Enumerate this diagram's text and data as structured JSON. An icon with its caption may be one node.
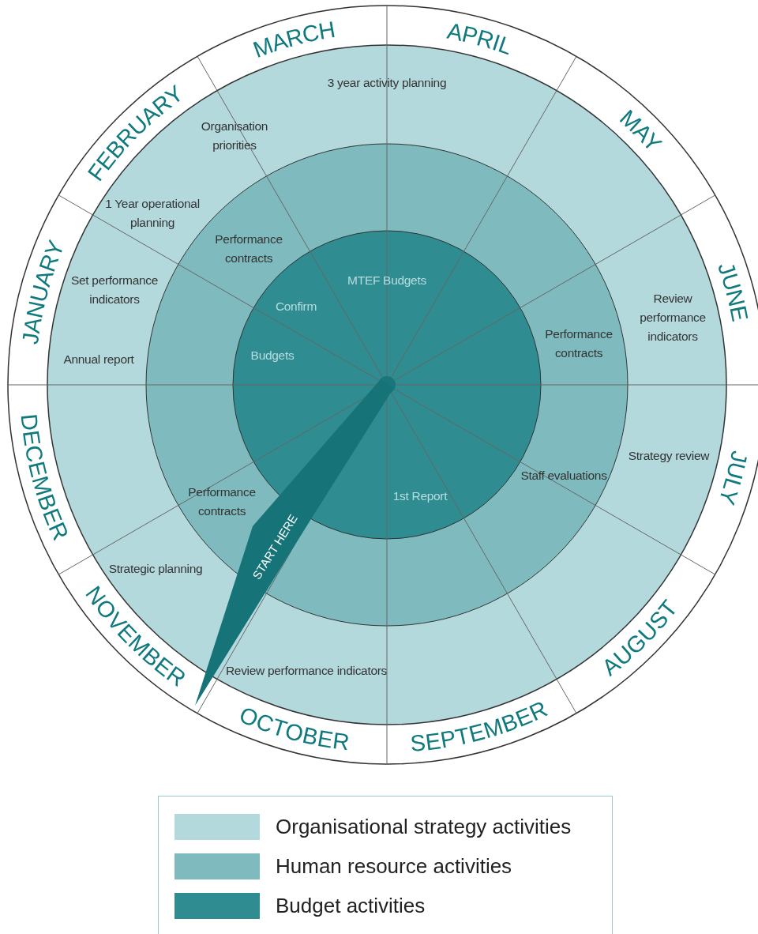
{
  "diagram": {
    "nodes": [
      {
        "text": [
          "START HERE"
        ]
      }
    ],
    "labels": [
      "MARCH",
      "APRIL",
      "FEBRUARY",
      "MAY",
      "JANUARY",
      "JUNE",
      "JULY",
      "DECEMBER",
      "NOVEMBER",
      "AUGUST",
      "OCTOBER",
      "SEPTEMBER",
      "3 year activity planning",
      "Organisation priorities",
      "1 Year operational planning",
      "Set performance indicators",
      "Performance contracts",
      "MTEF Budgets",
      "Confirm",
      "Review performance indicators",
      "Performance contracts",
      "Annual report",
      "Budgets",
      "Strategy review",
      "Staff evaluations",
      "1st Report",
      "Performance contracts",
      "Strategic planning",
      "Review performance indicators"
    ],
    "legend": [
      {
        "text": "Organisational strategy activities",
        "color": "#b3d9dc"
      },
      {
        "text": "Human resource activities",
        "color": "#7fbbbe"
      },
      {
        "text": "Budget activities",
        "color": "#2f8c90"
      }
    ]
  }
}
